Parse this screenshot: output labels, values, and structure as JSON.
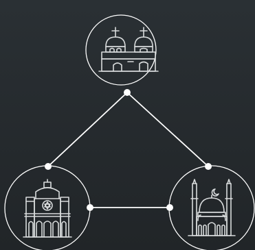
{
  "colors": {
    "background_top": "#2a3034",
    "background_bottom": "#212528",
    "line": "#ffffff",
    "icon": "#d9dcdd"
  },
  "nodes": [
    {
      "id": "church",
      "icon": "orthodox-church-icon"
    },
    {
      "id": "synagogue",
      "icon": "synagogue-icon"
    },
    {
      "id": "mosque",
      "icon": "mosque-icon"
    }
  ],
  "edges": [
    {
      "from": "church",
      "to": "synagogue"
    },
    {
      "from": "church",
      "to": "mosque"
    },
    {
      "from": "synagogue",
      "to": "mosque"
    }
  ]
}
